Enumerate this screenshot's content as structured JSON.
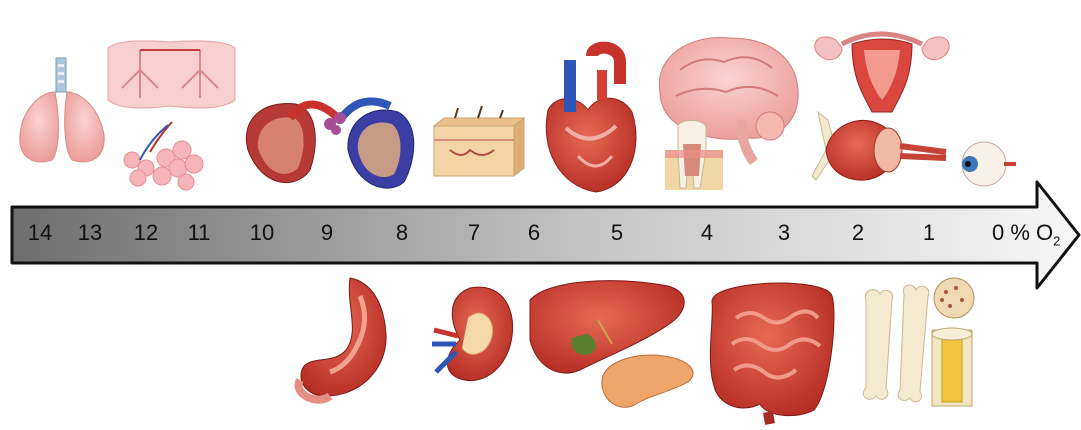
{
  "axis": {
    "ticks": [
      "14",
      "13",
      "12",
      "11",
      "10",
      "9",
      "8",
      "7",
      "6",
      "5",
      "4",
      "3",
      "2",
      "1"
    ],
    "unit_value": "0",
    "unit_text": "% O",
    "unit_subscript": "2"
  },
  "colors": {
    "arrow_dark": "#6e6e6e",
    "arrow_light": "#f7f7f7",
    "organ_red": "#c8382f",
    "organ_pink": "#f3b4b2",
    "vein_blue": "#2d56b8",
    "bone": "#f3e8c4"
  },
  "organs_above_arrow": [
    "lungs-icon",
    "alveoli-icon",
    "placenta-icon",
    "skin-icon",
    "heart-icon",
    "brain-icon",
    "tooth-icon",
    "uterus-icon",
    "muscle-icon",
    "eye-icon"
  ],
  "organs_below_arrow": [
    "stomach-icon",
    "kidney-icon",
    "liver-icon",
    "pancreas-icon",
    "intestine-icon",
    "bone-icon",
    "bone-marrow-icon"
  ]
}
